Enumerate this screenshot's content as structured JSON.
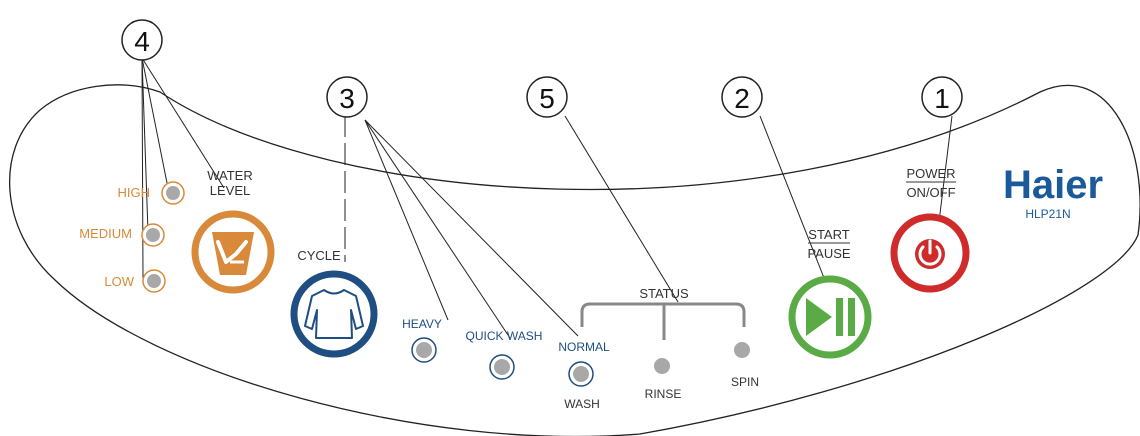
{
  "callouts": {
    "c1": "1",
    "c2": "2",
    "c3": "3",
    "c4": "4",
    "c5": "5"
  },
  "water_level": {
    "title_line1": "WATER",
    "title_line2": "LEVEL",
    "options": {
      "high": "HIGH",
      "medium": "MEDIUM",
      "low": "LOW"
    },
    "color": "#d8893a"
  },
  "cycle": {
    "title": "CYCLE",
    "options": {
      "heavy": "HEAVY",
      "quick_wash": "QUICK WASH",
      "normal": "NORMAL"
    },
    "color": "#1f4e82"
  },
  "status": {
    "title": "STATUS",
    "wash": "WASH",
    "rinse": "RINSE",
    "spin": "SPIN"
  },
  "start_pause": {
    "line1": "START",
    "line2": "PAUSE",
    "color": "#5aab46"
  },
  "power": {
    "line1": "POWER",
    "line2": "ON/OFF",
    "color": "#d02b2b"
  },
  "brand": {
    "logo": "Haier",
    "model": "HLP21N",
    "color": "#1a5a9a"
  },
  "icons": {
    "water_level": "water-glass-icon",
    "cycle": "shirt-icon",
    "start_pause": "play-pause-icon",
    "power": "power-icon"
  }
}
